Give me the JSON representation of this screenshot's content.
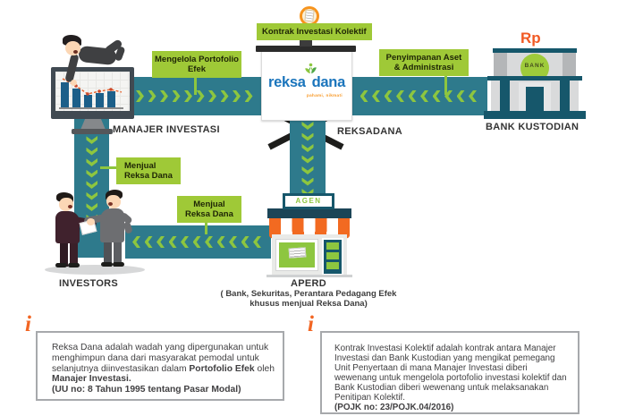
{
  "colors": {
    "band_teal": "#2E7A8C",
    "chevron_green": "#8DC63F",
    "label_green": "#9FC937",
    "accent_orange": "#F26522",
    "dark_teal": "#16576B",
    "logo_blue": "#1B75BC",
    "bank_dome_green": "#9ECB3B"
  },
  "nodes": {
    "manajer_investasi": {
      "label": "MANAJER INVESTASI"
    },
    "reksadana": {
      "label": "REKSADANA",
      "logo_text_1": "reksa",
      "logo_text_2": "dana",
      "logo_tagline": "pahami, nikmati"
    },
    "bank_kustodian": {
      "label": "BANK KUSTODIAN",
      "currency_symbol": "Rp",
      "building_sign": "BANK"
    },
    "aperd": {
      "label": "APERD",
      "sublabel": "( Bank, Sekuritas, Perantara Pedagang Efek\nkhusus menjual Reksa Dana)",
      "agen_sign": "AGEN"
    },
    "investors": {
      "label": "INVESTORS"
    }
  },
  "flow_labels": {
    "kontrak_investasi_kolektif": "Kontrak Investasi Kolektif",
    "mengelola_portofolio_efek": "Mengelola Portofolio\nEfek",
    "penyimpanan_aset_administrasi": "Penyimpanan Aset\n& Administrasi",
    "menjual_reksa_dana_left": "Menjual\nReksa Dana",
    "menjual_reksa_dana_bottom": "Menjual\nReksa Dana"
  },
  "bands": {
    "manajer_to_reksadana": {
      "direction": "right",
      "count": 10
    },
    "kustodian_to_reksadana": {
      "direction": "left",
      "count": 10
    },
    "manajer_to_investors": {
      "direction": "down",
      "count": 8
    },
    "reksadana_to_aperd": {
      "direction": "down",
      "count": 7
    },
    "aperd_to_investors": {
      "direction": "left",
      "count": 11
    }
  },
  "info_boxes": [
    {
      "icon": "i",
      "segments": [
        {
          "text": "Reksa Dana adalah wadah yang dipergunakan untuk menghimpun dana dari masyarakat pemodal untuk selanjutnya diinvestasikan dalam "
        },
        {
          "text": "Portofolio Efek",
          "bold": true
        },
        {
          "text": " oleh "
        },
        {
          "text": "Manajer Investasi.",
          "bold": true
        },
        {
          "text": "(UU no: 8 Tahun 1995 tentang Pasar Modal)",
          "bold": true,
          "break": true
        }
      ]
    },
    {
      "icon": "i",
      "segments": [
        {
          "text": "Kontrak Investasi Kolektif adalah kontrak antara Manajer Investasi dan Bank Kustodian yang mengikat pemegang Unit Penyertaan di mana Manajer Investasi diberi wewenang untuk mengelola portofolio investasi kolektif dan Bank Kustodian diberi wewenang untuk melaksanakan Penitipan Kolektif."
        },
        {
          "text": "(POJK no: 23/POJK.04/2016)",
          "bold": true,
          "break": true
        }
      ]
    }
  ]
}
